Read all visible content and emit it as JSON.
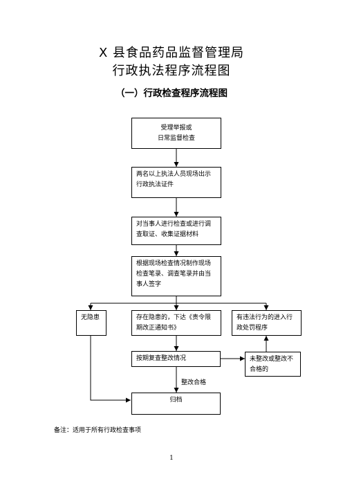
{
  "titles": {
    "line1": "X 县食品药品监督管理局",
    "line2": "行政执法程序流程图",
    "subtitle": "（一）行政检查程序流程图"
  },
  "boxes": {
    "b1": "受理举报或\n日常监督检查",
    "b2": "两名以上执法人员现场出示行政执法证件",
    "b3": "对当事人进行检查或进行调查取证、收集证据材料",
    "b4": "根据现场检查情况制作现场检查笔录、调查笔录并由当事人签字",
    "b5": "无隐患",
    "b6": "存在隐患的，下达《责令限期改正通知书》",
    "b7": "有违法行为的进入行政处罚程序",
    "b8": "按期复查整改情况",
    "b9": "未整改或整改不合格的",
    "b10": "归档"
  },
  "edge_labels": {
    "pass": "整改合格"
  },
  "footer": {
    "note": "备注：适用于所有行政检查事项",
    "page_number": "1"
  }
}
